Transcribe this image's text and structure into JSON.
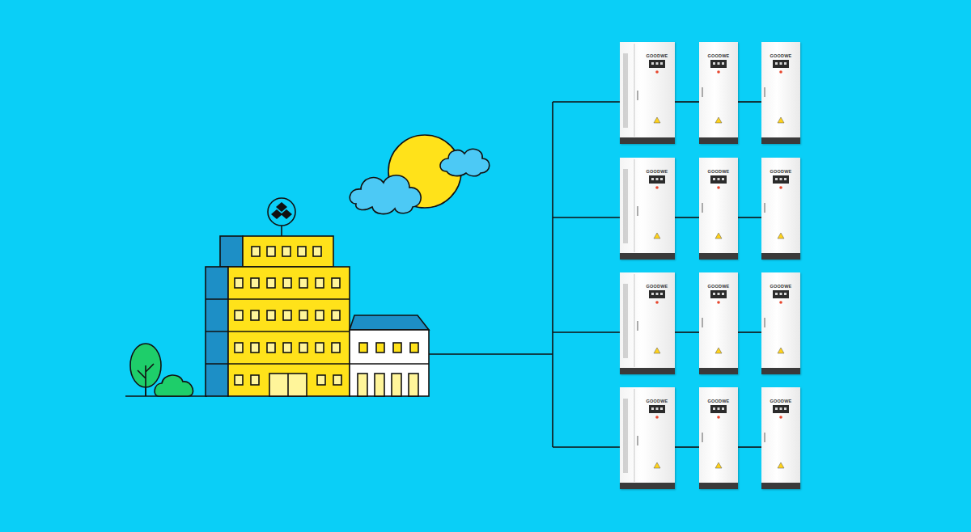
{
  "diagram": {
    "nodes": [
      {
        "text": [
          "GOODWE"
        ]
      },
      {
        "text": [
          "GOODWE"
        ]
      },
      {
        "text": [
          "GOODWE"
        ]
      },
      {
        "text": [
          "GOODWE"
        ]
      },
      {
        "text": [
          "GOODWE"
        ]
      },
      {
        "text": [
          "GOODWE"
        ]
      },
      {
        "text": [
          "GOODWE"
        ]
      },
      {
        "text": [
          "GOODWE"
        ]
      },
      {
        "text": [
          "GOODWE"
        ]
      },
      {
        "text": [
          "GOODWE"
        ]
      },
      {
        "text": [
          "GOODWE"
        ]
      },
      {
        "text": [
          "GOODWE"
        ]
      }
    ],
    "edges": [
      {
        "from": 0,
        "to": 1,
        "arrow": "none"
      },
      {
        "from": 1,
        "to": 2,
        "arrow": "none"
      },
      {
        "from": 3,
        "to": 4,
        "arrow": "none"
      },
      {
        "from": 4,
        "to": 5,
        "arrow": "none"
      },
      {
        "from": 6,
        "to": 7,
        "arrow": "none"
      },
      {
        "from": 7,
        "to": 8,
        "arrow": "none"
      },
      {
        "from": 9,
        "to": 10,
        "arrow": "none"
      },
      {
        "from": 10,
        "to": 11,
        "arrow": "none"
      }
    ]
  }
}
